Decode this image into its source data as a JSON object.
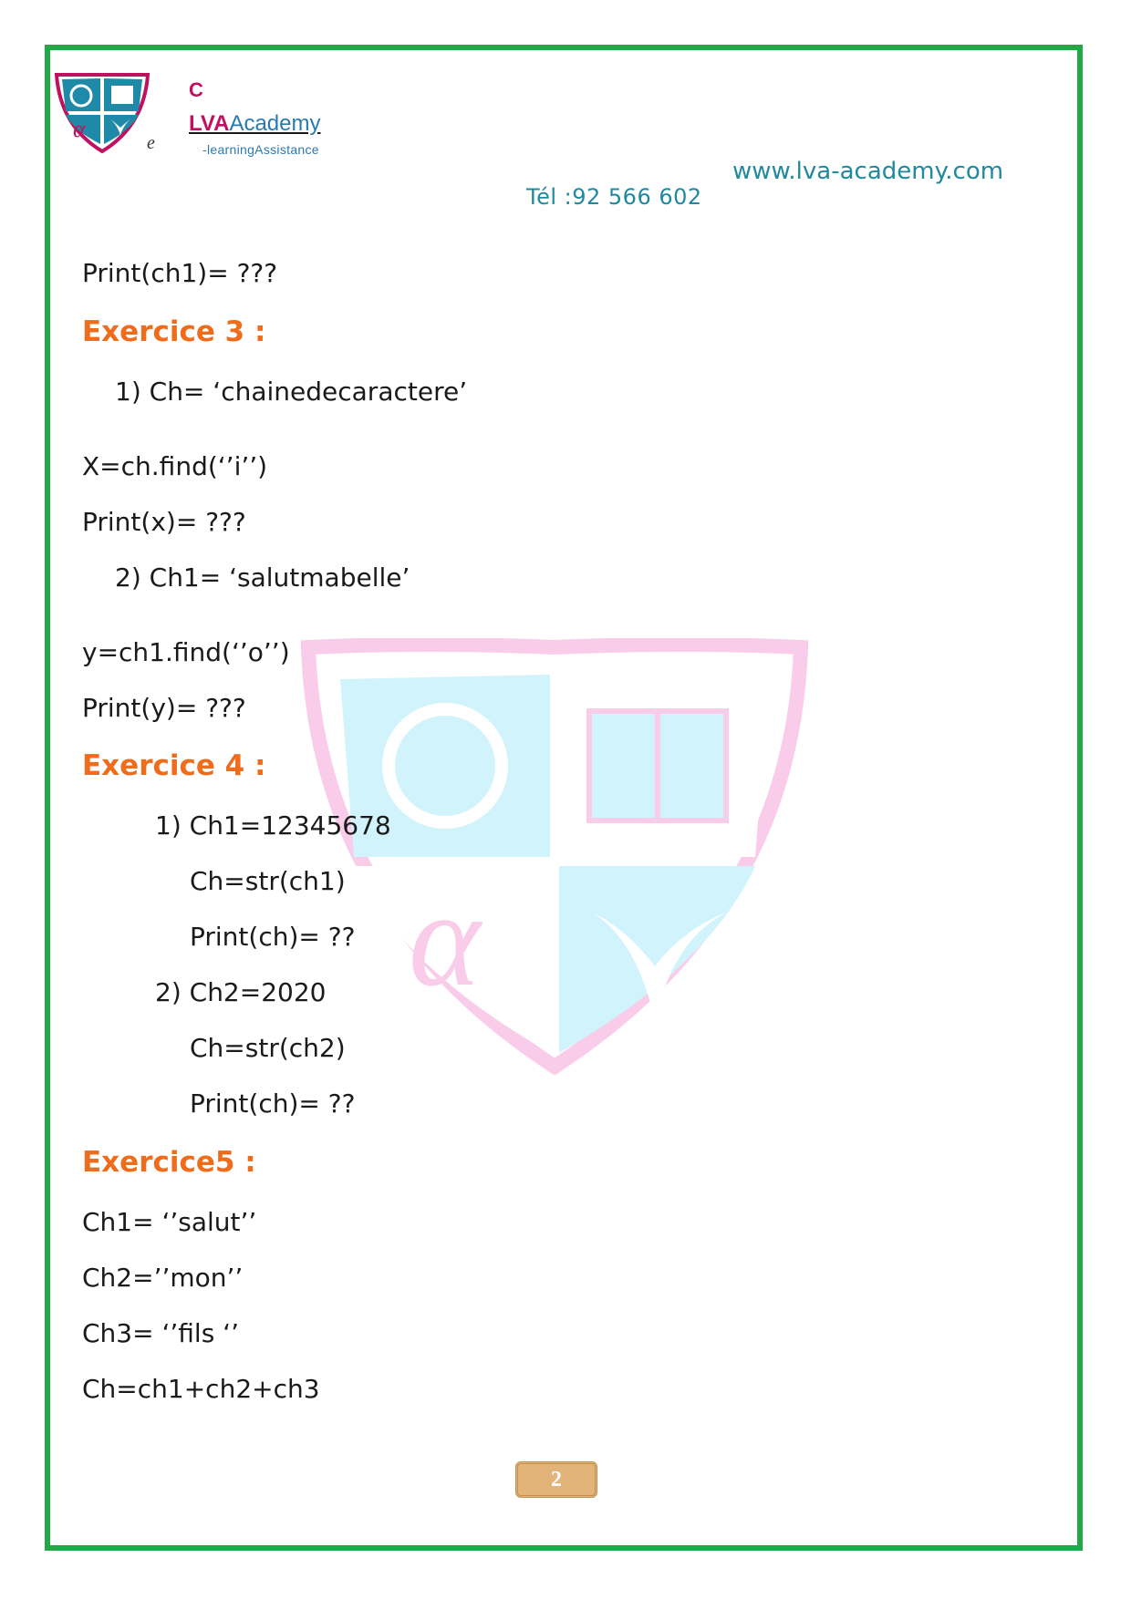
{
  "brand": {
    "c": "C",
    "lva": "LVA",
    "academy": "Academy",
    "tagline": "-learningAssistance",
    "e": "e",
    "website": "www.lva-academy.com",
    "phone": "Tél :92 566 602",
    "colors": {
      "magenta": "#c0115f",
      "blue": "#2a7ab0",
      "teal": "#1f8a9e",
      "border": "#22a845",
      "heading": "#ef6c1a"
    }
  },
  "content": {
    "intro_line": "Print(ch1)= ???",
    "ex3": {
      "heading": "Exercice 3 :",
      "l1": "1)  Ch= ‘chainedecaractere’",
      "l2": "X=ch.find(‘’i’’)",
      "l3": "Print(x)= ???",
      "l4": "2)  Ch1= ‘salutmabelle’",
      "l5": "y=ch1.find(‘’o’’)",
      "l6": "Print(y)= ???"
    },
    "ex4": {
      "heading": "Exercice 4 :",
      "l1": "1)  Ch1=12345678",
      "l2": "Ch=str(ch1)",
      "l3": "Print(ch)= ??",
      "l4": "2)  Ch2=2020",
      "l5": "Ch=str(ch2)",
      "l6": "Print(ch)= ??"
    },
    "ex5": {
      "heading": "Exercice5 :",
      "l1": "Ch1= ‘’salut’’",
      "l2": "Ch2=’’mon’’",
      "l3": "Ch3= ‘’fils ‘’",
      "l4": "Ch=ch1+ch2+ch3"
    }
  },
  "page_number": "2"
}
